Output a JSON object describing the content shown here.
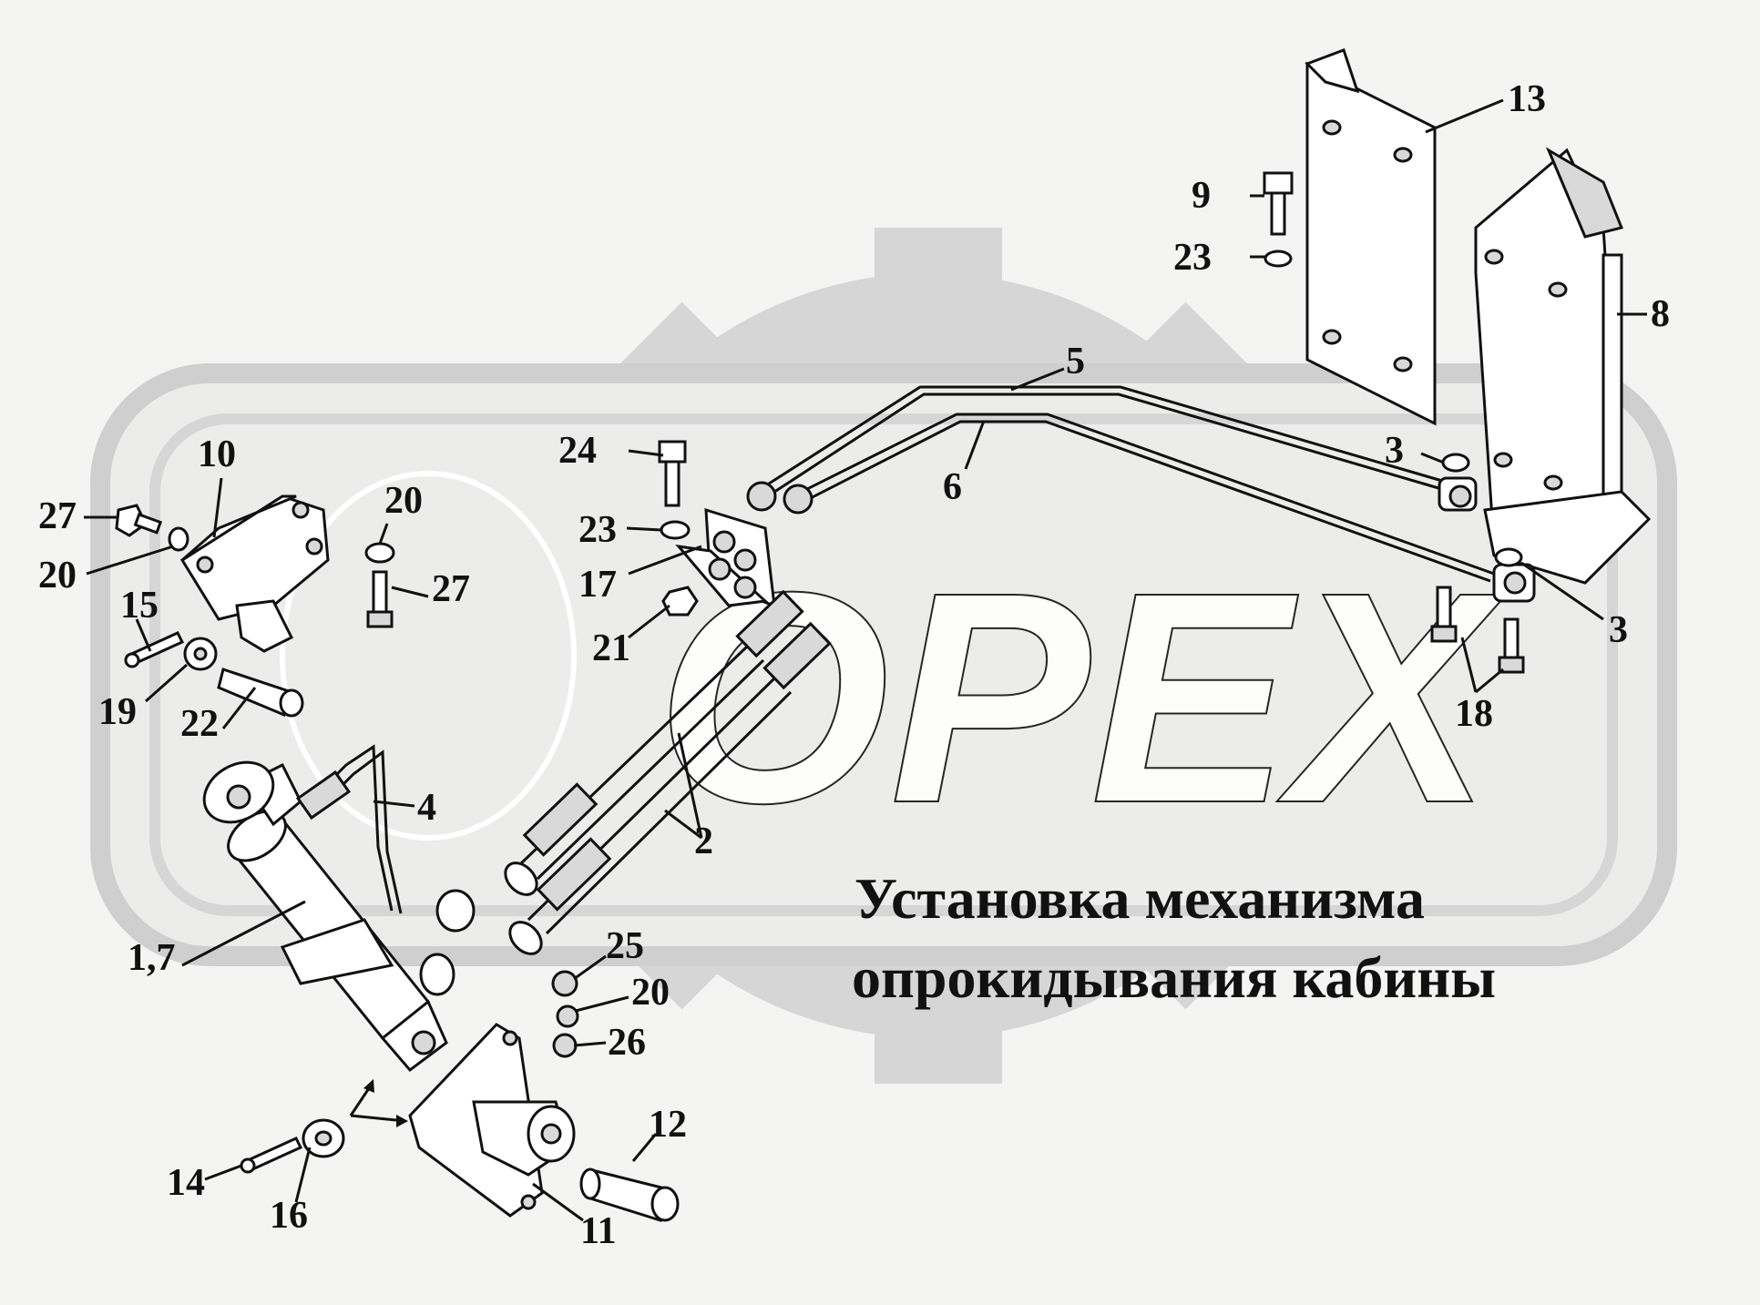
{
  "title": {
    "line1": "Установка механизма",
    "line2": "опрокидывания кабины"
  },
  "watermark": {
    "text": "OPEX",
    "color": "#d6d6d6"
  },
  "callouts": [
    {
      "id": "c13",
      "text": "13"
    },
    {
      "id": "c9",
      "text": "9"
    },
    {
      "id": "c23a",
      "text": "23"
    },
    {
      "id": "c8",
      "text": "8"
    },
    {
      "id": "c5",
      "text": "5"
    },
    {
      "id": "c6",
      "text": "6"
    },
    {
      "id": "c3a",
      "text": "3"
    },
    {
      "id": "c3b",
      "text": "3"
    },
    {
      "id": "c24",
      "text": "24"
    },
    {
      "id": "c23b",
      "text": "23"
    },
    {
      "id": "c17",
      "text": "17"
    },
    {
      "id": "c21",
      "text": "21"
    },
    {
      "id": "c10",
      "text": "10"
    },
    {
      "id": "c27a",
      "text": "27"
    },
    {
      "id": "c20a",
      "text": "20"
    },
    {
      "id": "c20b",
      "text": "20"
    },
    {
      "id": "c27b",
      "text": "27"
    },
    {
      "id": "c15",
      "text": "15"
    },
    {
      "id": "c19",
      "text": "19"
    },
    {
      "id": "c22",
      "text": "22"
    },
    {
      "id": "c18",
      "text": "18"
    },
    {
      "id": "c4",
      "text": "4"
    },
    {
      "id": "c2",
      "text": "2"
    },
    {
      "id": "c17b",
      "text": "1,7"
    },
    {
      "id": "c25",
      "text": "25"
    },
    {
      "id": "c20c",
      "text": "20"
    },
    {
      "id": "c26",
      "text": "26"
    },
    {
      "id": "c12",
      "text": "12"
    },
    {
      "id": "c14",
      "text": "14"
    },
    {
      "id": "c16",
      "text": "16"
    },
    {
      "id": "c11",
      "text": "11"
    }
  ]
}
